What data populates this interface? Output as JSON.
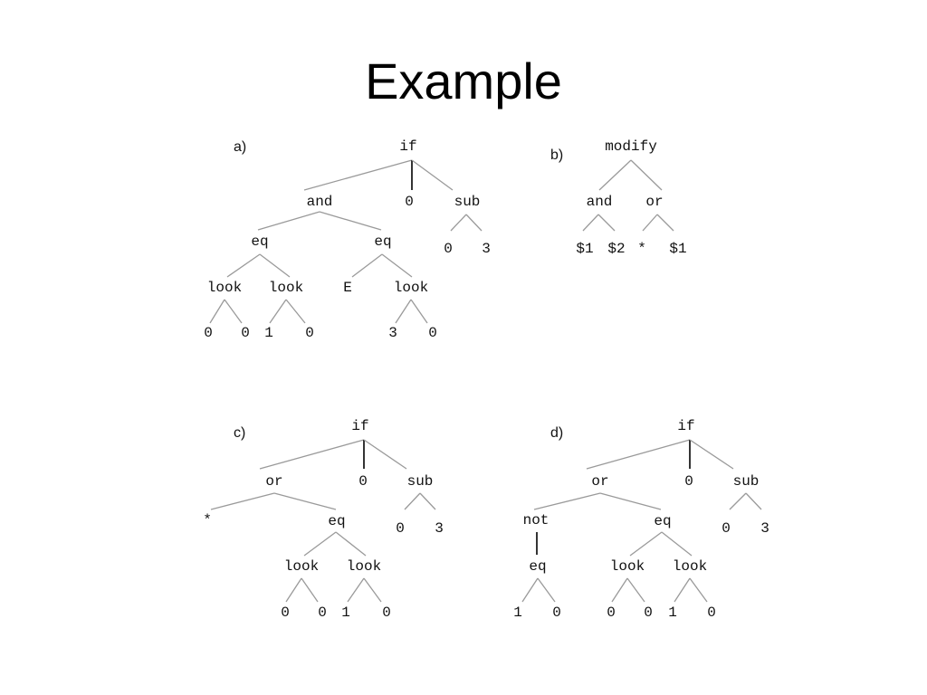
{
  "slide": {
    "title": "Example"
  },
  "tree_a": {
    "label": "a)",
    "root": "if",
    "and": "and",
    "zero": "0",
    "sub": "sub",
    "eq_left": "eq",
    "eq_right": "eq",
    "sub_c0": "0",
    "sub_c1": "3",
    "look_1": "look",
    "look_2": "look",
    "e": "E",
    "look_3": "look",
    "l1_c0": "0",
    "l1_c1": "0",
    "l2_c0": "1",
    "l2_c1": "0",
    "l3_c0": "3",
    "l3_c1": "0"
  },
  "tree_b": {
    "label": "b)",
    "root": "modify",
    "and": "and",
    "or": "or",
    "and_c0": "$1",
    "and_c1": "$2",
    "or_c0": "*",
    "or_c1": "$1"
  },
  "tree_c": {
    "label": "c)",
    "root": "if",
    "or": "or",
    "zero": "0",
    "sub": "sub",
    "star": "*",
    "eq": "eq",
    "sub_c0": "0",
    "sub_c1": "3",
    "look_1": "look",
    "look_2": "look",
    "l1_c0": "0",
    "l1_c1": "0",
    "l2_c0": "1",
    "l2_c1": "0"
  },
  "tree_d": {
    "label": "d)",
    "root": "if",
    "or": "or",
    "zero": "0",
    "sub": "sub",
    "not": "not",
    "eq": "eq",
    "sub_c0": "0",
    "sub_c1": "3",
    "not_eq": "eq",
    "ne_c0": "1",
    "ne_c1": "0",
    "look_1": "look",
    "look_2": "look",
    "l1_c0": "0",
    "l1_c1": "0",
    "l2_c0": "1",
    "l2_c1": "0"
  }
}
